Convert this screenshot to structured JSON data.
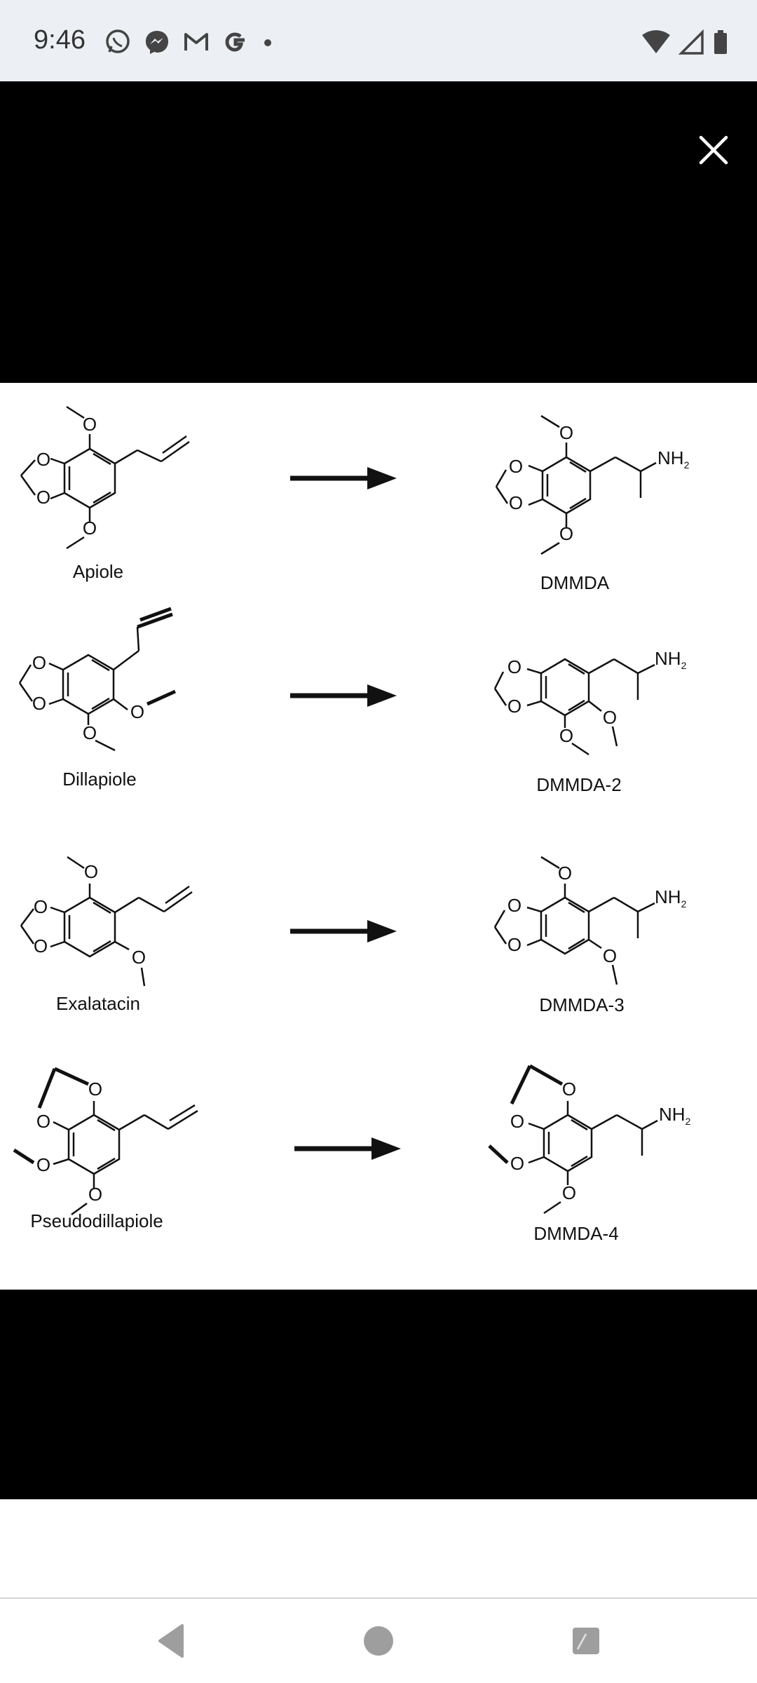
{
  "status_bar": {
    "time": "9:46",
    "left_icons": [
      "whatsapp-icon",
      "messenger-icon",
      "gmail-icon",
      "google-icon",
      "dot-icon"
    ],
    "right_icons": [
      "wifi-icon",
      "signal-icon",
      "battery-icon"
    ]
  },
  "viewer": {
    "close_icon": "close-icon",
    "reactions": [
      {
        "reactant": "Apiole",
        "product": "DMMDA"
      },
      {
        "reactant": "Dillapiole",
        "product": "DMMDA-2"
      },
      {
        "reactant": "Exalatacin",
        "product": "DMMDA-3"
      },
      {
        "reactant": "Pseudodillapiole",
        "product": "DMMDA-4"
      }
    ],
    "atom_labels": {
      "oxygen": "O",
      "amine": "NH",
      "amine_subscript": "2"
    }
  },
  "nav_bar": {
    "buttons": [
      "back-icon",
      "home-icon",
      "recents-icon"
    ]
  },
  "colors": {
    "status_bar_bg": "#eceff3",
    "viewer_bg": "#000000",
    "figure_bg": "#ffffff",
    "nav_icon": "#9e9e9e"
  }
}
